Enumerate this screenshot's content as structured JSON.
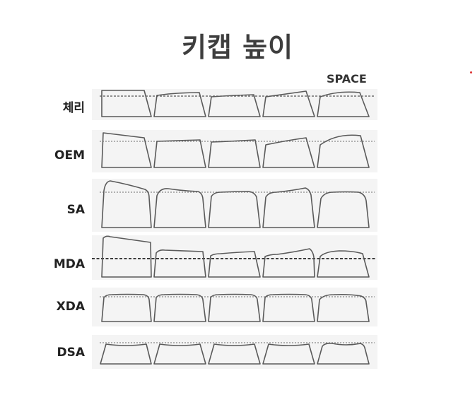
{
  "title": "키캡 높이",
  "space_label": "SPACE",
  "profiles": [
    {
      "id": "cherry",
      "label": "체리"
    },
    {
      "id": "oem",
      "label": "OEM"
    },
    {
      "id": "sa",
      "label": "SA"
    },
    {
      "id": "mda",
      "label": "MDA"
    },
    {
      "id": "xda",
      "label": "XDA"
    },
    {
      "id": "dsa",
      "label": "DSA"
    }
  ],
  "colors": {
    "outline": "#5a5a5a",
    "guide": "#666666",
    "row_background": "#f4f4f4",
    "title": "#3e3e3e"
  }
}
